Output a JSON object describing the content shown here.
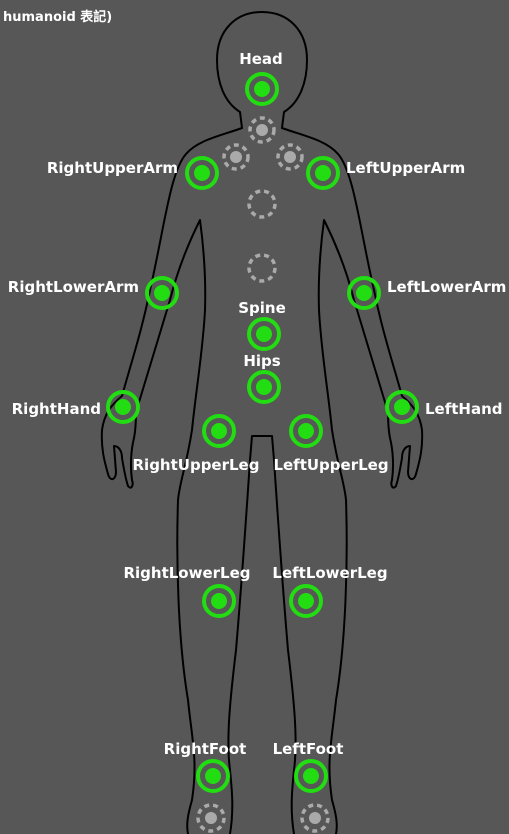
{
  "title": "y humanoid 表記)",
  "colors": {
    "background": "#575757",
    "outline": "#000000",
    "active_ring": "#22dd11",
    "active_dot": "#22dd11",
    "inactive_ring": "#aaaaaa",
    "label": "#ffffff"
  },
  "bones": {
    "head": "Head",
    "right_upper_arm": "RightUpperArm",
    "left_upper_arm": "LeftUpperArm",
    "right_lower_arm": "RightLowerArm",
    "left_lower_arm": "LeftLowerArm",
    "spine": "Spine",
    "hips": "Hips",
    "right_hand": "RightHand",
    "left_hand": "LeftHand",
    "right_upper_leg": "RightUpperLeg",
    "left_upper_leg": "LeftUpperLeg",
    "right_lower_leg": "RightLowerLeg",
    "left_lower_leg": "LeftLowerLeg",
    "right_foot": "RightFoot",
    "left_foot": "LeftFoot"
  }
}
